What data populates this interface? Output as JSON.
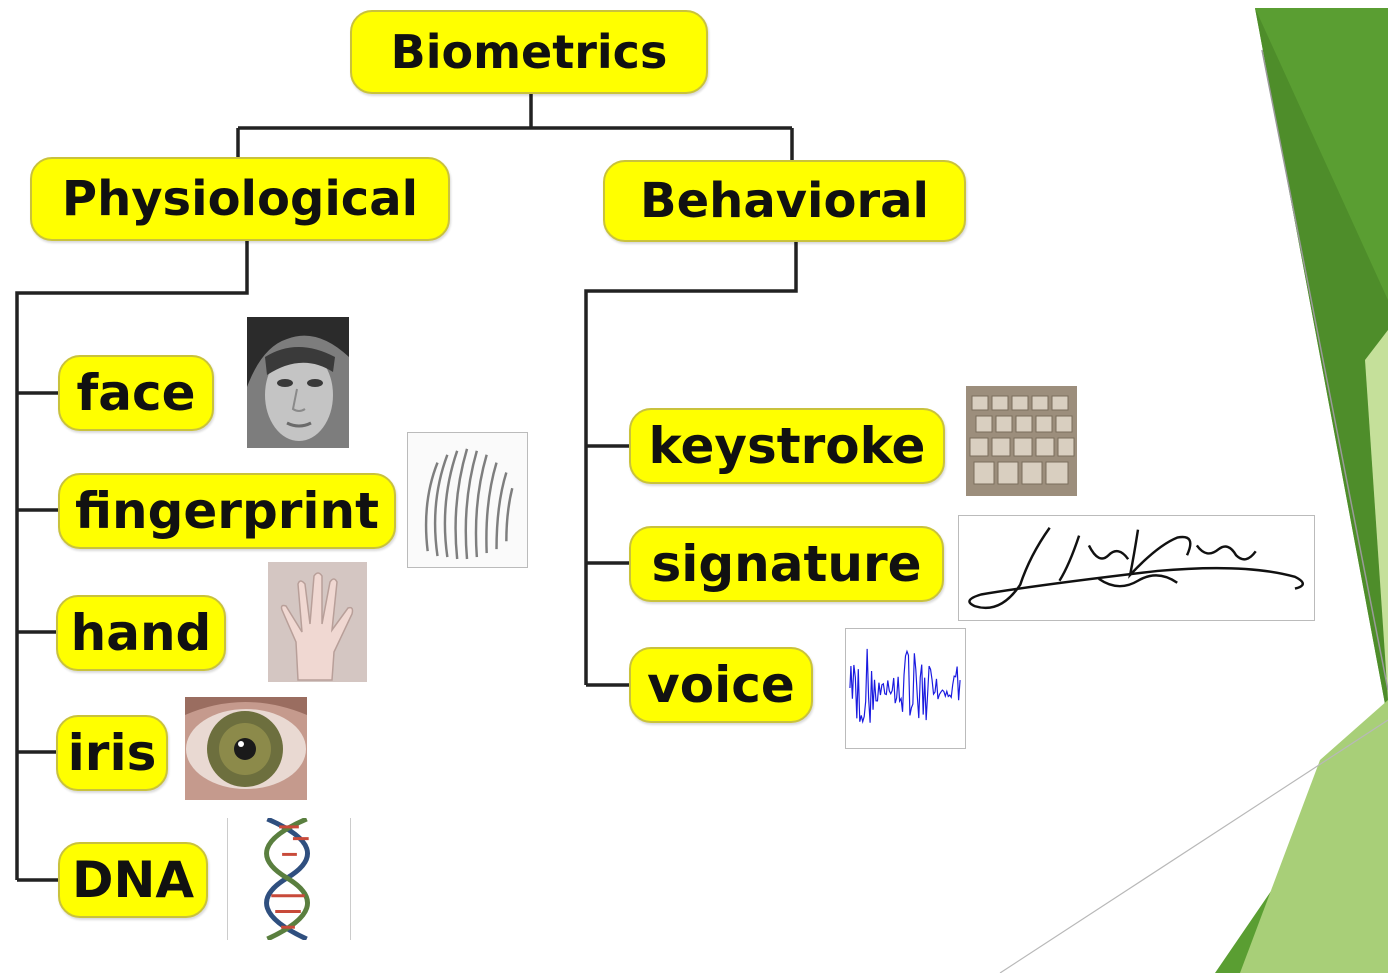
{
  "root": {
    "label": "Biometrics"
  },
  "categories": [
    {
      "label": "Physiological",
      "items": [
        "face",
        "fingerprint",
        "hand",
        "iris",
        "DNA"
      ]
    },
    {
      "label": "Behavioral",
      "items": [
        "keystroke",
        "signature",
        "voice"
      ]
    }
  ],
  "pictures": {
    "face": "face-photo",
    "fingerprint": "fingerprint-image",
    "hand": "hand-photo",
    "iris": "iris-photo",
    "dna": "dna-helix-illustration",
    "keystroke": "keyboard-photo",
    "signature": "handwritten-signature",
    "voice": "voice-waveform"
  },
  "signature_text": "John Hancock",
  "colors": {
    "node_fill": "#ffff00",
    "node_border": "#c9c23c",
    "connector": "#222222",
    "accent_green": "#5a9e32",
    "accent_light_green": "#c5e09a"
  }
}
